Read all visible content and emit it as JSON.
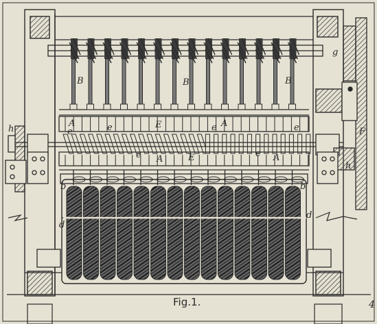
{
  "figure": {
    "caption": "Fig.1.",
    "corner_mark": "4"
  },
  "colors": {
    "paper": "#e6e2d3",
    "ink": "#2a2a2a",
    "hatch": "#555555"
  },
  "labels": {
    "B": "B",
    "A": "A",
    "e": "e",
    "E": "E",
    "h": "h",
    "g": "g",
    "F": "F",
    "b": "b",
    "d": "d"
  }
}
